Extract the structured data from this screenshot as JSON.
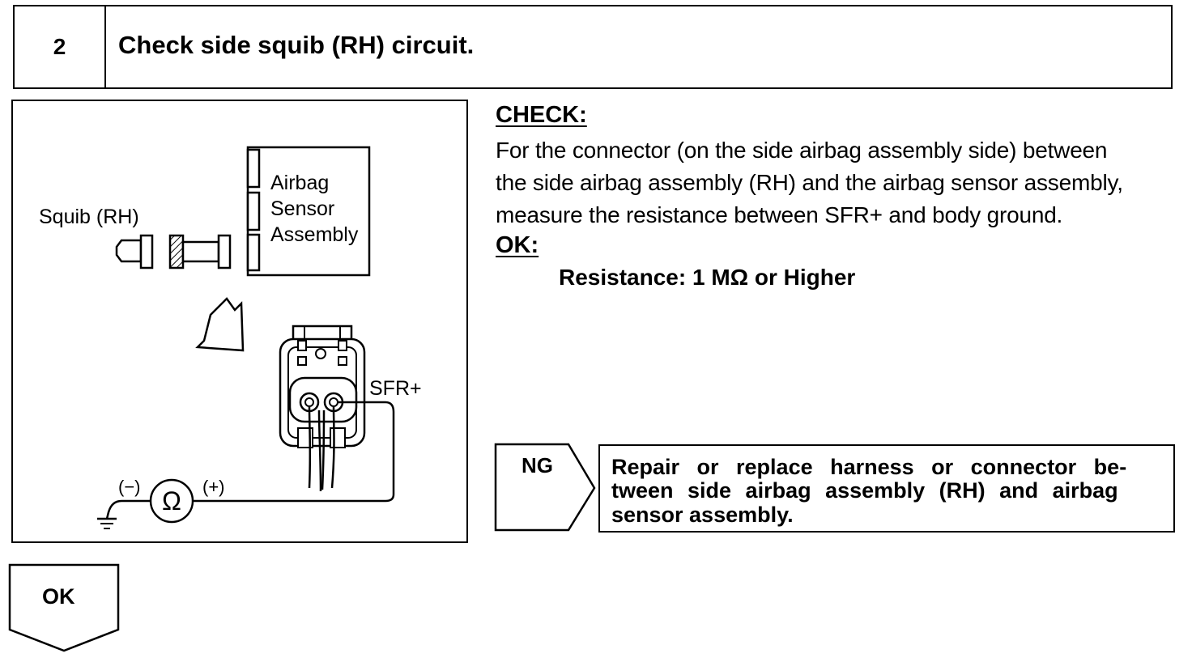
{
  "step": {
    "number": "2",
    "title": "Check side squib (RH) circuit."
  },
  "diagram": {
    "squib_label": "Squib (RH)",
    "sensor_label_lines": [
      "Airbag",
      "Sensor",
      "Assembly"
    ],
    "terminal_label": "SFR+",
    "meter_minus": "(−)",
    "meter_plus": "(+)",
    "meter_symbol": "Ω"
  },
  "check": {
    "heading": "CHECK:",
    "lines": [
      "For the connector (on the side airbag assembly side) between",
      "the side airbag assembly (RH) and the airbag sensor assembly,",
      "measure the resistance between SFR+ and body ground."
    ]
  },
  "ok": {
    "heading": "OK:",
    "spec": "Resistance: 1 MΩ or Higher"
  },
  "ng_branch": {
    "label": "NG",
    "lines": [
      "Repair or replace harness or connector be-",
      "tween side airbag assembly (RH) and airbag",
      "sensor assembly."
    ]
  },
  "ok_branch": {
    "label": "OK"
  }
}
